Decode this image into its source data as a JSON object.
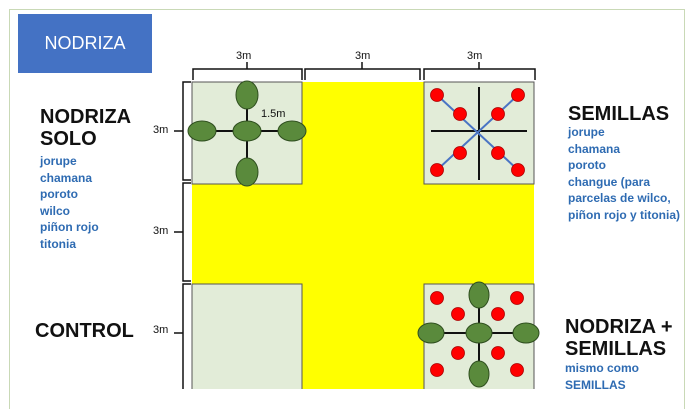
{
  "title": "NODRIZA",
  "top_dims": [
    "3m",
    "3m",
    "3m"
  ],
  "left_dims": [
    "3m",
    "3m",
    "3m"
  ],
  "spacing_label": "1.5m",
  "quadrants": {
    "top_left": {
      "heading_lines": [
        "NODRIZA",
        "SOLO"
      ],
      "species": [
        "jorupe",
        "chamana",
        "poroto",
        "wilco",
        "piñon rojo",
        "titonia"
      ]
    },
    "top_right": {
      "heading_lines": [
        "SEMILLAS"
      ],
      "species": [
        "jorupe",
        "chamana",
        "poroto",
        "changue (para",
        "parcelas de wilco,",
        "piñon rojo y titonia)"
      ]
    },
    "bottom_left": {
      "heading_lines": [
        "CONTROL"
      ]
    },
    "bottom_right": {
      "heading_lines": [
        "NODRIZA +",
        "SEMILLAS"
      ],
      "species": [
        "mismo como",
        "SEMILLAS"
      ]
    }
  },
  "colors": {
    "buffer": "#ffff00",
    "plot": "#e2ecd8",
    "nurse_plant": "#5a8a3c",
    "seed": "#ff0000",
    "seed_line": "#4a74c4",
    "title_box": "#4472c4",
    "species_text": "#2e6bb2"
  }
}
